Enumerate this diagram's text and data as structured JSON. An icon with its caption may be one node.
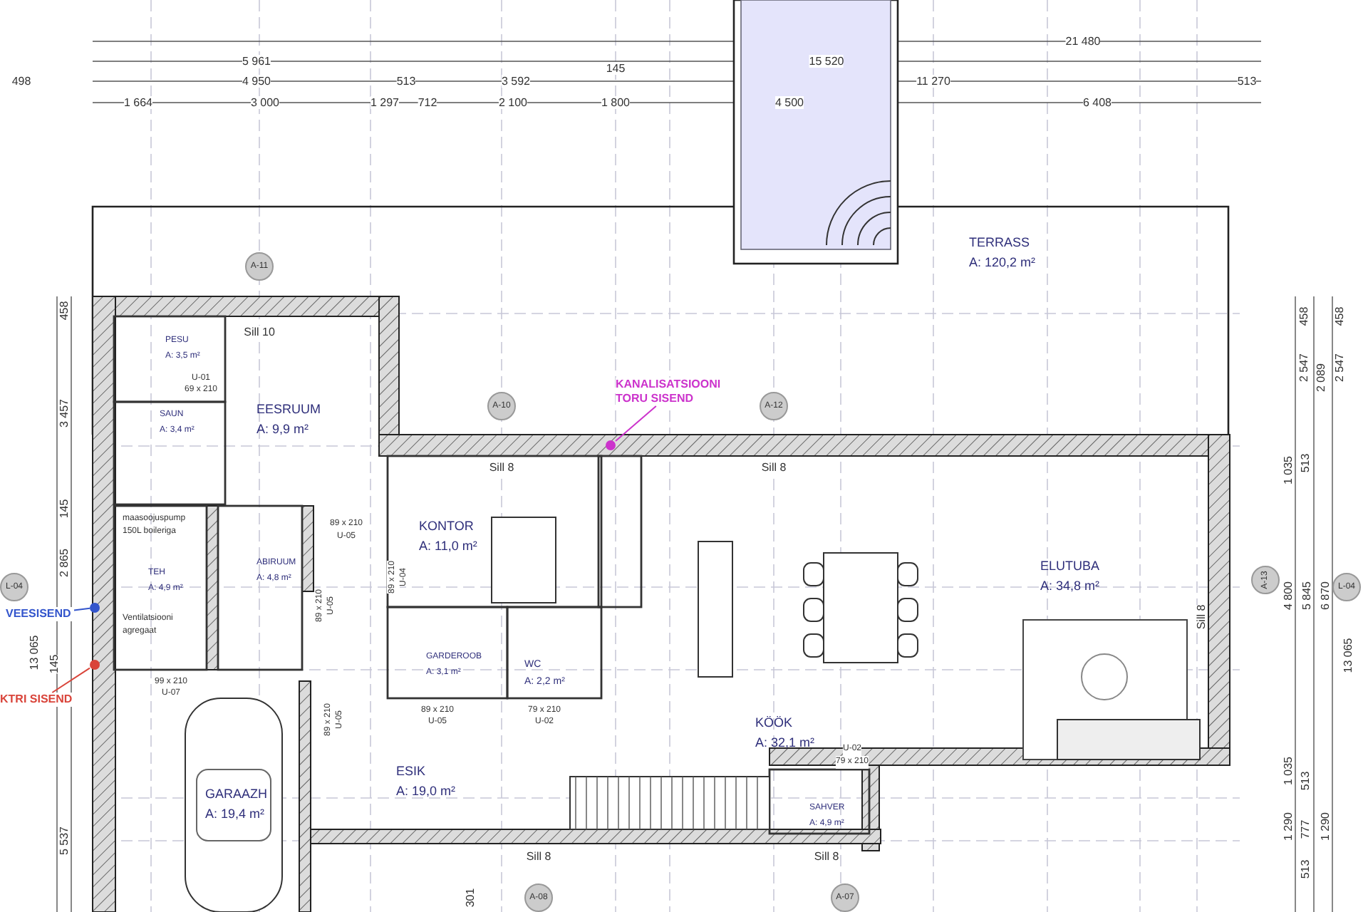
{
  "diagram": {
    "nodes": [
      {
        "text": [
          "TERRASS",
          "A: 120,2 m²"
        ]
      },
      {
        "text": [
          "PESU",
          "A: 3,5 m²"
        ]
      },
      {
        "text": [
          "SAUN",
          "A: 3,4 m²"
        ]
      },
      {
        "text": [
          "EESRUUM",
          "A: 9,9 m²"
        ]
      },
      {
        "text": [
          "KONTOR",
          "A: 11,0 m²"
        ]
      },
      {
        "text": [
          "ELUTUBA",
          "A: 34,8 m²"
        ]
      },
      {
        "text": [
          "TEH",
          "A: 4,9 m²"
        ]
      },
      {
        "text": [
          "ABIRUUM",
          "A: 4,8 m²"
        ]
      },
      {
        "text": [
          "GARDEROOB",
          "A: 3,1 m²"
        ]
      },
      {
        "text": [
          "WC",
          "A: 2,2 m²"
        ]
      },
      {
        "text": [
          "KÖÖK",
          "A: 32,1 m²"
        ]
      },
      {
        "text": [
          "GARAAZH",
          "A: 19,4 m²"
        ]
      },
      {
        "text": [
          "ESIK",
          "A: 19,0 m²"
        ]
      },
      {
        "text": [
          "SAHVER",
          "A: 4,9 m²"
        ]
      },
      {
        "text": [
          "KANALISATSIOONI TORU SISEND"
        ]
      },
      {
        "text": [],
        "shape": "circle"
      },
      {
        "text": [
          "VEESISEND"
        ]
      },
      {
        "text": [],
        "shape": "circle"
      },
      {
        "text": [
          "KTRI SISEND"
        ]
      },
      {
        "text": [],
        "shape": "circle"
      }
    ],
    "edges": [
      {
        "from": 14,
        "to": 15,
        "arrow": "none",
        "color": "#cc33cc"
      },
      {
        "from": 16,
        "to": 17,
        "arrow": "none",
        "color": "#3355cc"
      },
      {
        "from": 18,
        "to": 19,
        "arrow": "none",
        "color": "#d9443a"
      }
    ],
    "labels": [
      "21 480",
      "5 961",
      "15 520",
      "498",
      "4 950",
      "513",
      "3 592",
      "145",
      "11 270",
      "513",
      "1 664",
      "3 000",
      "1 297",
      "712",
      "2 100",
      "1 800",
      "4 500",
      "6 408",
      "458",
      "458",
      "2 547",
      "2 089",
      "2 547",
      "1 035",
      "513",
      "4 800",
      "5 845",
      "6 870",
      "13 065",
      "1 035",
      "513",
      "1 290",
      "777",
      "1 290",
      "513",
      "458",
      "3 457",
      "145",
      "2 865",
      "13 065",
      "145",
      "5 537",
      "301",
      "A-11",
      "A-10",
      "A-12",
      "A-13",
      "A-08",
      "A-07",
      "L-04",
      "L-04",
      "Sill 10",
      "Sill 8",
      "Sill 8",
      "Sill 8",
      "Sill 8",
      "Sill 8",
      "U-01",
      "69 x 210",
      "89 x 210",
      "U-05",
      "89 x 210",
      "U-04",
      "89 x 210",
      "U-05",
      "89 x 210",
      "U-05",
      "79 x 210",
      "U-02",
      "U-02",
      "79 x 210",
      "89 x 210",
      "U-05",
      "99 x 210",
      "U-07",
      "maasoojuspump 150L boileriga",
      "Ventilatsiooni agregaat"
    ]
  }
}
